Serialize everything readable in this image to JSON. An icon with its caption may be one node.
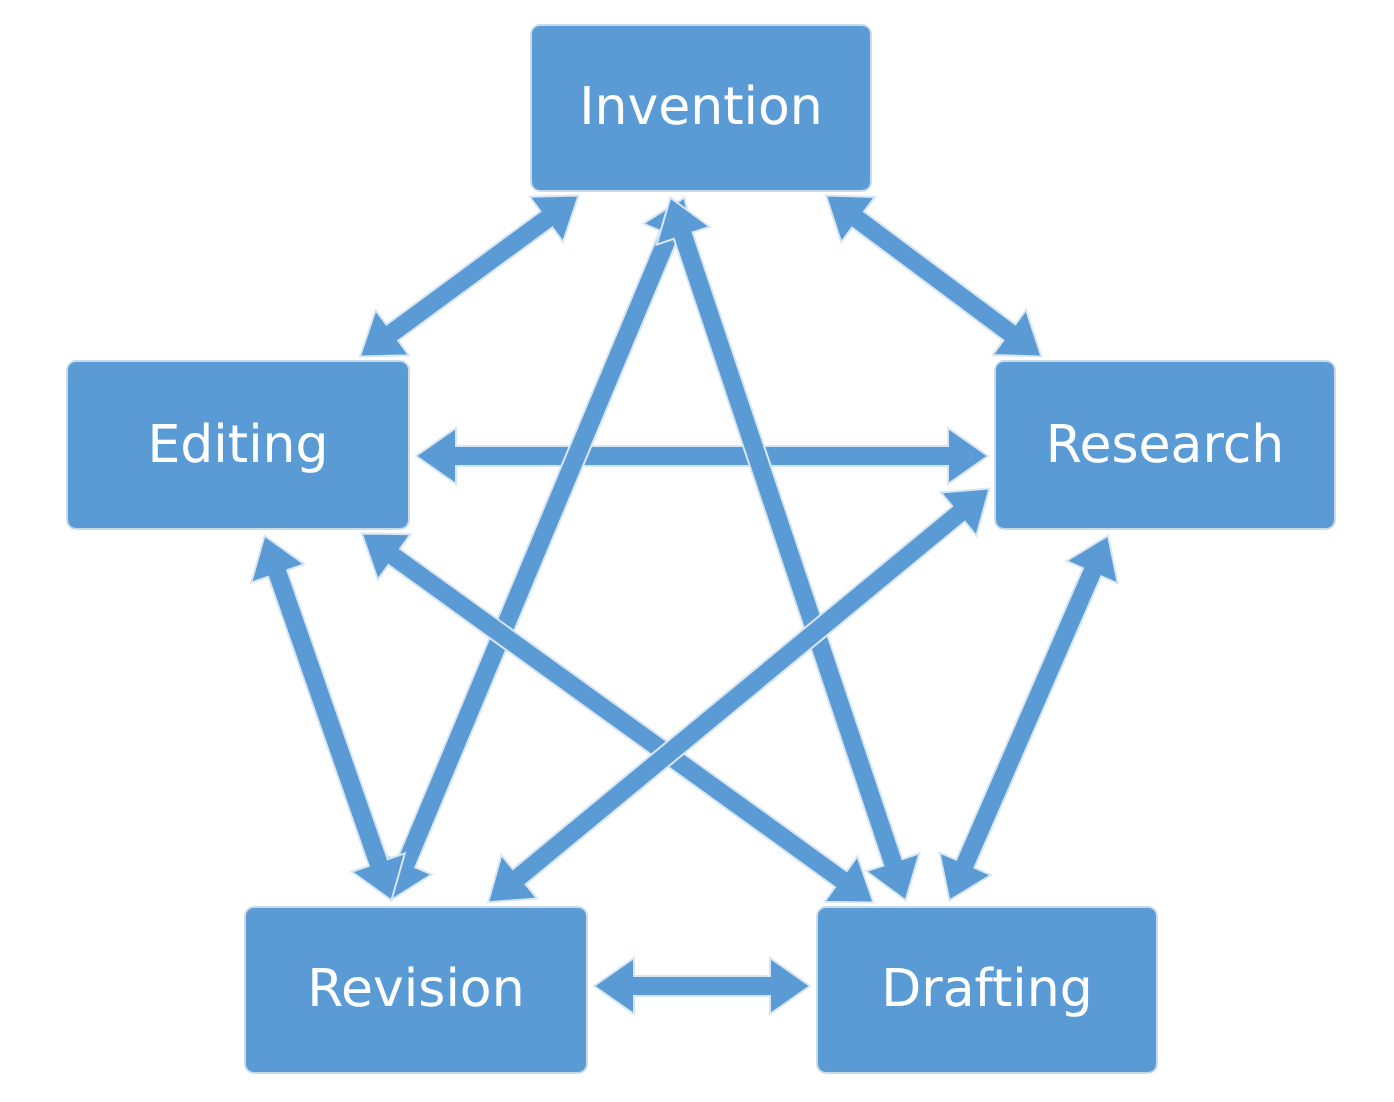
{
  "diagram": {
    "nodes": [
      {
        "text": [
          "Invention"
        ]
      },
      {
        "text": [
          "Editing"
        ]
      },
      {
        "text": [
          "Research"
        ]
      },
      {
        "text": [
          "Revision"
        ]
      },
      {
        "text": [
          "Drafting"
        ]
      }
    ],
    "edges": [
      {
        "from": 0,
        "to": 1,
        "arrow": "both"
      },
      {
        "from": 0,
        "to": 2,
        "arrow": "both"
      },
      {
        "from": 1,
        "to": 2,
        "arrow": "both"
      },
      {
        "from": 0,
        "to": 3,
        "arrow": "both"
      },
      {
        "from": 0,
        "to": 4,
        "arrow": "both"
      },
      {
        "from": 1,
        "to": 3,
        "arrow": "both"
      },
      {
        "from": 2,
        "to": 4,
        "arrow": "both"
      },
      {
        "from": 3,
        "to": 4,
        "arrow": "both"
      },
      {
        "from": 1,
        "to": 4,
        "arrow": "both"
      },
      {
        "from": 2,
        "to": 3,
        "arrow": "both"
      }
    ]
  }
}
